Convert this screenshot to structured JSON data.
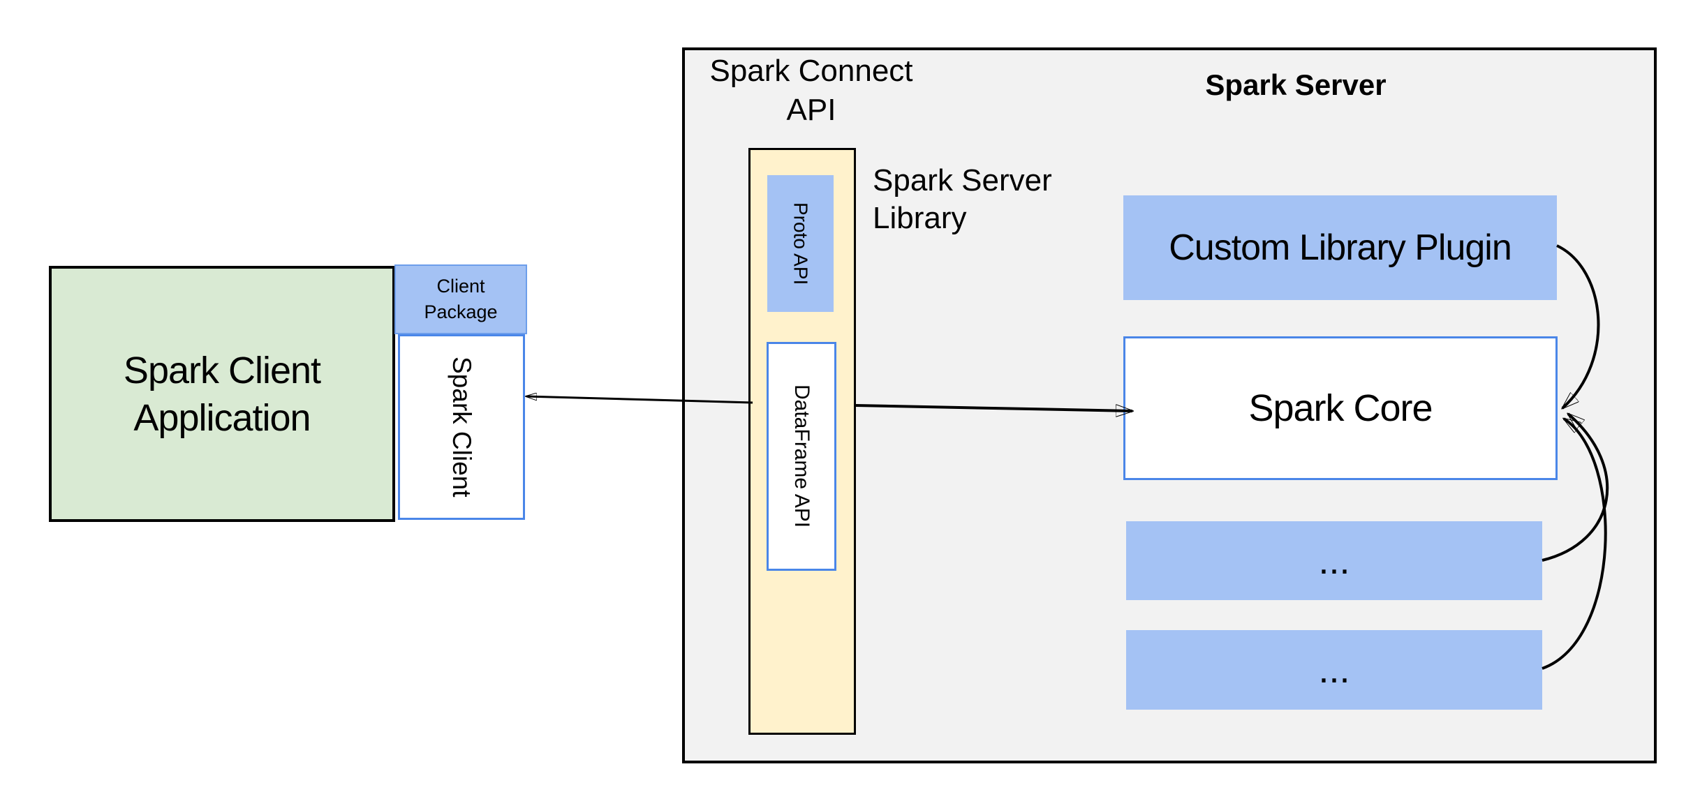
{
  "diagram": {
    "client_app": {
      "label": "Spark Client\nApplication"
    },
    "client_package": {
      "label": "Client\nPackage"
    },
    "spark_client": {
      "label": "Spark Client"
    },
    "connect_api": {
      "title": "Spark Connect\nAPI"
    },
    "proto_api": {
      "label": "Proto API"
    },
    "dataframe_api": {
      "label": "DataFrame API"
    },
    "server_library": {
      "label": "Spark Server\nLibrary"
    },
    "server": {
      "title": "Spark Server"
    },
    "custom_plugin": {
      "label": "Custom Library Plugin"
    },
    "spark_core": {
      "label": "Spark Core"
    },
    "module_1": {
      "label": "..."
    },
    "module_2": {
      "label": "..."
    },
    "connections": [
      {
        "from": "spark-client",
        "to": "spark-connect-api",
        "style": "straight-line, small arrowhead at client end"
      },
      {
        "from": "spark-connect-api",
        "to": "spark-core",
        "style": "straight arrow pointing right into Spark Core"
      },
      {
        "from": "custom-library-plugin",
        "to": "spark-core",
        "style": "curved arc into right edge of Spark Core"
      },
      {
        "from": "module-1",
        "to": "spark-core",
        "style": "curved arc into right edge of Spark Core"
      },
      {
        "from": "module-2",
        "to": "spark-core",
        "style": "curved arc into right edge of Spark Core"
      }
    ],
    "colors": {
      "background": "#ffffff",
      "container_gray": "#f2f2f2",
      "client_green": "#d9ead3",
      "api_yellow": "#fff2cc",
      "block_blue": "#a4c2f4",
      "border_blue": "#4a86e8",
      "border_black": "#000000"
    }
  }
}
